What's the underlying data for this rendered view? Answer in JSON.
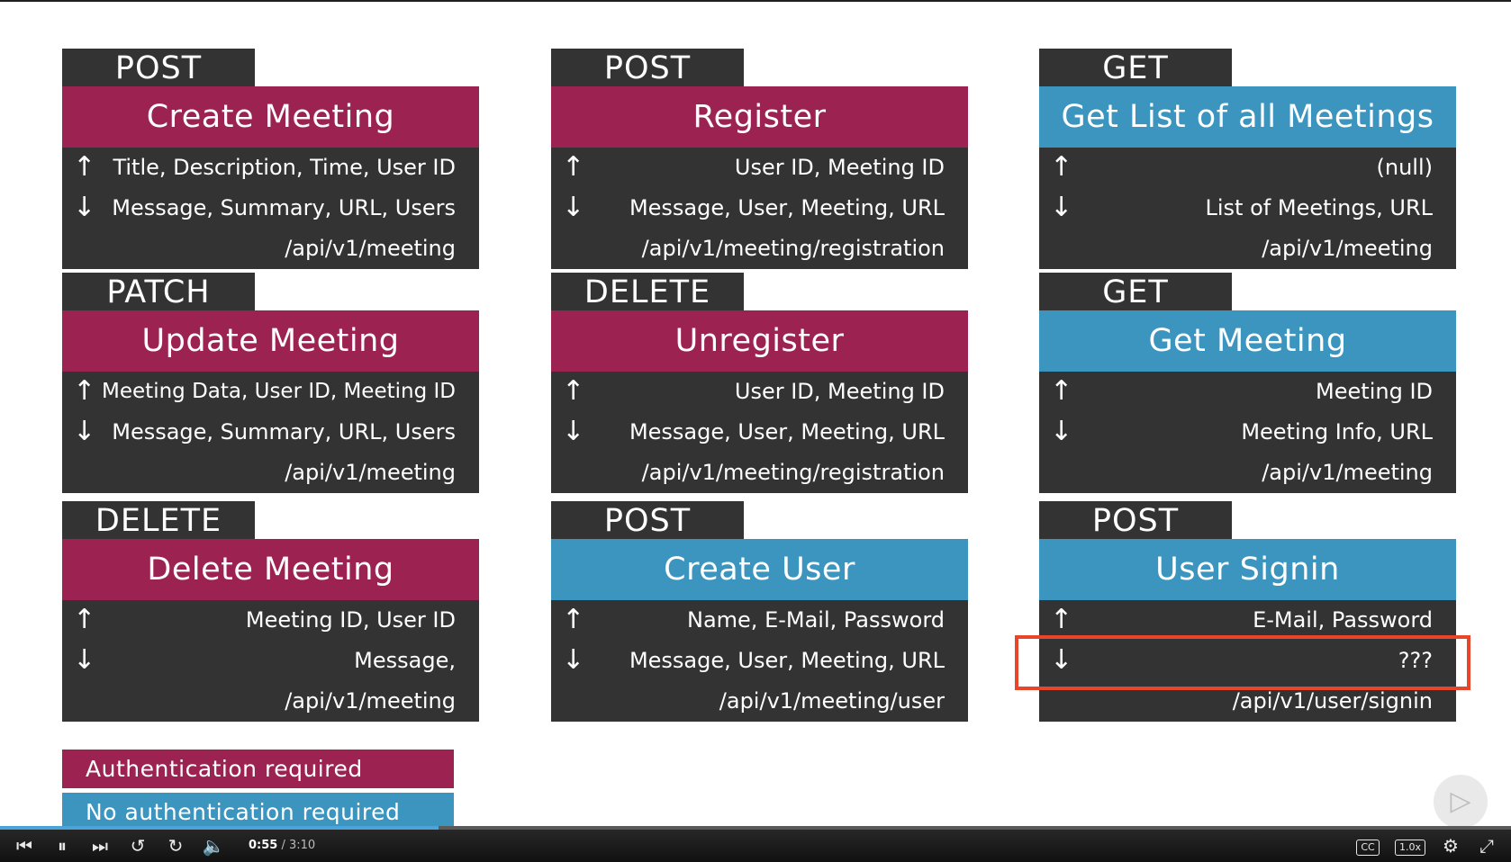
{
  "cards": [
    {
      "method": "POST",
      "title": "Create Meeting",
      "auth": true,
      "input": "Title, Description, Time, User ID",
      "output": "Message, Summary, URL, Users",
      "url": "/api/v1/meeting"
    },
    {
      "method": "POST",
      "title": "Register",
      "auth": true,
      "input": "User ID, Meeting ID",
      "output": "Message, User, Meeting, URL",
      "url": "/api/v1/meeting/registration"
    },
    {
      "method": "GET",
      "title": "Get List of all Meetings",
      "auth": false,
      "input": "(null)",
      "output": "List of Meetings, URL",
      "url": "/api/v1/meeting"
    },
    {
      "method": "PATCH",
      "title": "Update Meeting",
      "auth": true,
      "input": "Meeting Data, User ID, Meeting ID",
      "output": "Message, Summary, URL, Users",
      "url": "/api/v1/meeting"
    },
    {
      "method": "DELETE",
      "title": "Unregister",
      "auth": true,
      "input": "User ID, Meeting ID",
      "output": "Message, User, Meeting, URL",
      "url": "/api/v1/meeting/registration"
    },
    {
      "method": "GET",
      "title": "Get Meeting",
      "auth": false,
      "input": "Meeting ID",
      "output": "Meeting Info, URL",
      "url": "/api/v1/meeting"
    },
    {
      "method": "DELETE",
      "title": "Delete Meeting",
      "auth": true,
      "input": "Meeting ID, User ID",
      "output": "Message,",
      "url": "/api/v1/meeting"
    },
    {
      "method": "POST",
      "title": "Create User",
      "auth": false,
      "input": "Name, E-Mail, Password",
      "output": "Message, User, Meeting, URL",
      "url": "/api/v1/meeting/user"
    },
    {
      "method": "POST",
      "title": "User Signin",
      "auth": false,
      "input": "E-Mail, Password",
      "output": "???",
      "url": "/api/v1/user/signin"
    }
  ],
  "icons": {
    "up": "↑",
    "down": "↓"
  },
  "legend": {
    "auth": "Authentication required",
    "noauth": "No authentication required"
  },
  "colors": {
    "auth": "#9c2251",
    "noauth": "#3b95bf",
    "highlight": "#e8462a"
  },
  "player": {
    "current_time": "0:55",
    "total_time": "/ 3:10",
    "progress": 0.29,
    "cc_label": "CC",
    "speed_label": "1.0x",
    "icons": {
      "prev": "skip-back-icon",
      "pause": "pause-icon",
      "next": "skip-forward-icon",
      "rewind": "rewind-10-icon",
      "forward": "forward-10-icon",
      "volume": "volume-icon",
      "settings": "gear-icon",
      "fullscreen": "fullscreen-icon",
      "overlay": "play-overlay-icon"
    }
  }
}
